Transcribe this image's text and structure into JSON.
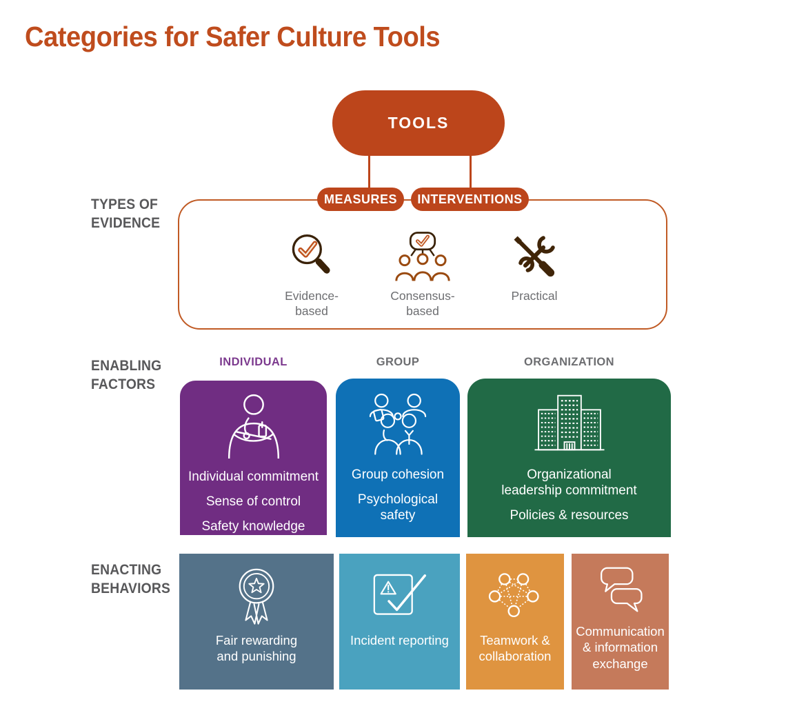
{
  "title": "Categories for Safer Culture Tools",
  "tools": {
    "label": "TOOLS",
    "measures_label": "MEASURES",
    "interventions_label": "INTERVENTIONS"
  },
  "types_of_evidence": {
    "section_label": "TYPES OF\nEVIDENCE",
    "items": [
      {
        "label": "Evidence-\nbased",
        "icon": "magnifier-check-icon"
      },
      {
        "label": "Consensus-\nbased",
        "icon": "consensus-people-icon"
      },
      {
        "label": "Practical",
        "icon": "crossed-tools-icon"
      }
    ]
  },
  "enabling_factors": {
    "section_label": "ENABLING\nFACTORS",
    "columns": [
      {
        "header": "INDIVIDUAL",
        "icon": "doctor-icon",
        "items": [
          "Individual commitment",
          "Sense of control",
          "Safety knowledge"
        ]
      },
      {
        "header": "GROUP",
        "icon": "medical-team-icon",
        "items": [
          "Group cohesion",
          "Psychological\nsafety"
        ]
      },
      {
        "header": "ORGANIZATION",
        "icon": "buildings-icon",
        "items": [
          "Organizational\nleadership commitment",
          "Policies & resources"
        ]
      }
    ]
  },
  "enacting_behaviors": {
    "section_label": "ENACTING\nBEHAVIORS",
    "boxes": [
      {
        "label": "Fair rewarding\nand punishing",
        "icon": "award-ribbon-icon"
      },
      {
        "label": "Incident reporting",
        "icon": "incident-report-icon"
      },
      {
        "label": "Teamwork &\ncollaboration",
        "icon": "network-circles-icon"
      },
      {
        "label": "Communication\n& information\nexchange",
        "icon": "chat-bubbles-icon"
      }
    ]
  },
  "colors": {
    "accent_orange": "#bc451b",
    "title_orange": "#bf4c1d",
    "outline_orange": "#c05a24",
    "section_label_gray": "#58585a",
    "header_gray": "#6d6e71",
    "individual_purple": "#702d82",
    "individual_header_purple": "#7c3a8e",
    "group_blue": "#0f71b6",
    "organization_green": "#216a46",
    "rewarding_slate": "#547289",
    "incident_teal": "#4aa2bf",
    "teamwork_orange": "#df9440",
    "communication_salmon": "#c57a5b",
    "icon_dark_brown": "#3a2208",
    "icon_rust": "#9a4a10",
    "icon_check_orange": "#c0531f"
  }
}
